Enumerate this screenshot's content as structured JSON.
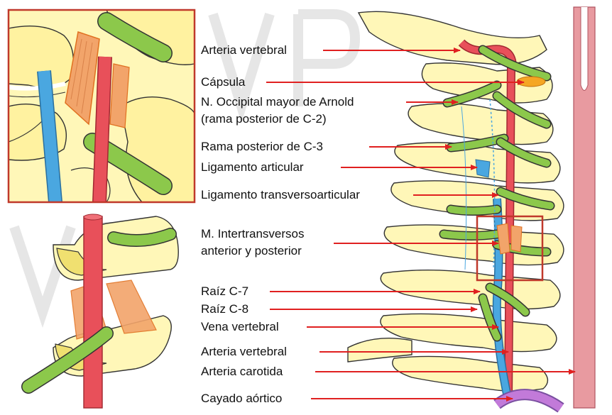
{
  "labels": {
    "arteria_vertebral_top": "Arteria vertebral",
    "capsula": "Cápsula",
    "n_occipital_1": "N. Occipital mayor de Arnold",
    "n_occipital_2": "(rama posterior de C-2)",
    "rama_posterior_c3": "Rama posterior de C-3",
    "ligamento_articular": "Ligamento articular",
    "ligamento_transversoarticular": "Ligamento transversoarticular",
    "m_intertransversos_1": "M. Intertransversos",
    "m_intertransversos_2": "anterior y posterior",
    "raiz_c7": "Raíz C-7",
    "raiz_c8": "Raíz C-8",
    "vena_vertebral": "Vena vertebral",
    "arteria_vertebral_bottom": "Arteria vertebral",
    "arteria_carotida": "Arteria carotida",
    "cayado_aortico": "Cayado aórtico"
  },
  "colors": {
    "bone": "#fff7b8",
    "bone_outline": "#333333",
    "nerve": "#8cc84b",
    "artery": "#e8505a",
    "vein": "#4aa7e0",
    "muscle": "#f2a46a",
    "carotid": "#e89aa0",
    "arrow": "#e02020",
    "frame": "#c0392b"
  }
}
